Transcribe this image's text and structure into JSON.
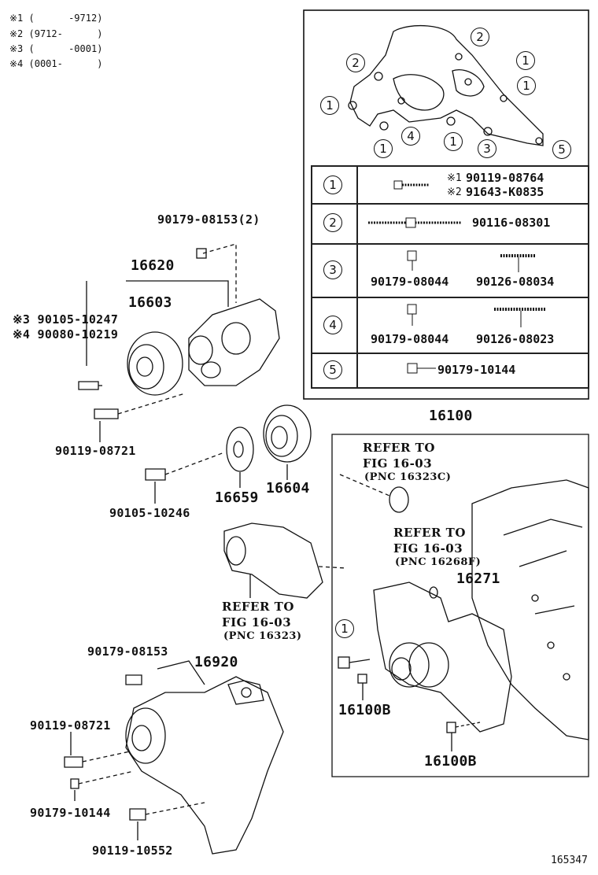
{
  "notes": [
    "※1 (      -9712)",
    "※2 (9712-      )",
    "※3 (      -0001)",
    "※4 (0001-      )"
  ],
  "inset_callouts": [
    "2",
    "2",
    "1",
    "1",
    "1",
    "1",
    "4",
    "1",
    "3",
    "5"
  ],
  "table_rows": [
    {
      "num": "1",
      "parts": [
        {
          "prefix": "※1",
          "pn": "90119-08764"
        },
        {
          "prefix": "※2",
          "pn": "91643-K0835"
        }
      ]
    },
    {
      "num": "2",
      "parts": [
        {
          "prefix": "",
          "pn": "90116-08301"
        }
      ]
    },
    {
      "num": "3",
      "parts": [
        {
          "prefix": "",
          "pn": "90179-08044"
        },
        {
          "prefix": "",
          "pn": "90126-08034"
        }
      ]
    },
    {
      "num": "4",
      "parts": [
        {
          "prefix": "",
          "pn": "90179-08044"
        },
        {
          "prefix": "",
          "pn": "90126-08023"
        }
      ]
    },
    {
      "num": "5",
      "parts": [
        {
          "prefix": "",
          "pn": "90179-10144"
        }
      ]
    }
  ],
  "labels": {
    "p90179_08153_2": "90179-08153(2)",
    "p16620": "16620",
    "p16603": "16603",
    "p90105_10247": "※3 90105-10247",
    "p90080_10219": "※4 90080-10219",
    "p90119_08721_a": "90119-08721",
    "p16659": "16659",
    "p16604": "16604",
    "p90105_10246": "90105-10246",
    "p16100": "16100",
    "p16271": "16271",
    "p16100B_a": "16100B",
    "p16100B_b": "16100B",
    "p90179_08153": "90179-08153",
    "p16920": "16920",
    "p90119_08721_b": "90119-08721",
    "p90179_10144": "90179-10144",
    "p90119_10552": "90119-10552",
    "callout_1": "1",
    "fig_id": "165347"
  },
  "refs": {
    "ref_a": [
      "REFER TO",
      "FIG 16-03",
      "(PNC 16323C)"
    ],
    "ref_b": [
      "REFER TO",
      "FIG 16-03",
      "(PNC 16268F)"
    ],
    "ref_c": [
      "REFER TO",
      "FIG 16-03",
      "(PNC 16323)"
    ]
  }
}
